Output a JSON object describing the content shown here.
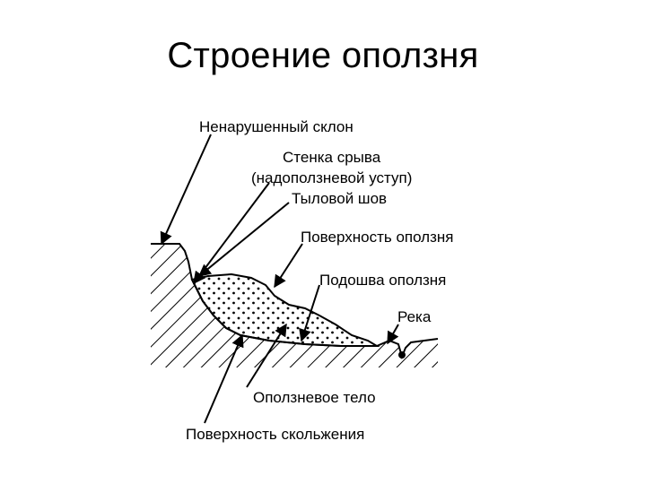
{
  "title": "Строение оползня",
  "labels": {
    "undisturbed_slope": "Ненарушенный склон",
    "scarp_line1": "Стенка срыва",
    "scarp_line2": "(надоползневой уступ)",
    "rear_seam": "Тыловой шов",
    "landslide_surface": "Поверхность оползня",
    "landslide_toe": "Подошва оползня",
    "river": "Река",
    "landslide_body": "Оползневое тело",
    "sliding_surface": "Поверхность скольжения"
  }
}
